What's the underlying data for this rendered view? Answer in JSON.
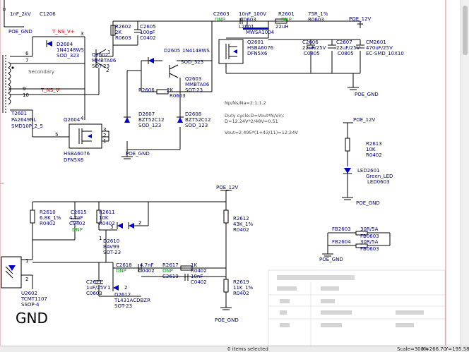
{
  "status_bar": {
    "items_selected": "0 items selected",
    "scale": "Scale=308%",
    "x": "X=266.70",
    "y": "Y=195.58"
  },
  "colors": {
    "wire": "#000000",
    "text": "#000080",
    "net_red": "#cc0000",
    "green": "#00aa00",
    "diode_fill": "#0000cc",
    "border_line": "#cc8a8a",
    "background": "#ffffff",
    "blur_block": "#d9d9d9"
  },
  "schematic": {
    "top_left": {
      "cap": "1nF_2kV",
      "ref": "C1206",
      "net": "POE_GND"
    },
    "nets": {
      "nsv_plus": "T_NS_V+",
      "nsv_minus": "T_NS_V-"
    },
    "transformer": {
      "pin6": "6",
      "pin7": "7",
      "pin9": "9",
      "pin10": "10",
      "pin5": "5",
      "label_secondary": "Secondary",
      "ref": "T2601",
      "part": "PA2649NL",
      "pkg": "SMD10P_2_5"
    },
    "d2604": {
      "ref": "D2604",
      "part": "1N4148WS",
      "pkg": "SOD_323"
    },
    "r2602": {
      "ref": "R2602",
      "val": "2K",
      "pkg": "R0603"
    },
    "c2605": {
      "ref": "C2605",
      "val": "100pF",
      "pkg": "C0402"
    },
    "q2602": {
      "ref": "Q2602",
      "part": "MMBTA06",
      "pkg": "SOT-23"
    },
    "pins_q2602": {
      "p1": "1",
      "p2": "2",
      "p3": "3"
    },
    "d2605": {
      "ref": "D2605",
      "part": "1N4148WS",
      "pkg": "SOD_323"
    },
    "q2603": {
      "ref": "Q2603",
      "part": "MMBTA06",
      "pkg": "SOT-23"
    },
    "r2606": {
      "ref": "R2606",
      "val": "2K",
      "pkg": "R0603"
    },
    "d2607": {
      "ref": "D2607",
      "part": "BZT52C12",
      "pkg": "SOD_123"
    },
    "d2608": {
      "ref": "D2608",
      "part": "BZT52C12",
      "pkg": "SOD_123"
    },
    "q2604": {
      "ref": "Q2604",
      "part": "HSBA6076",
      "pkg": "DFN5X6"
    },
    "q2601": {
      "ref": "Q2601",
      "part": "HSBA6076",
      "pkg": "DFN5X6"
    },
    "c2603": {
      "ref": "C2603",
      "dnp": "DNP",
      "val": "10nF_100V",
      "pkg": "C0603"
    },
    "r2601": {
      "ref": "R2601",
      "dnp": "DNP",
      "val": "75R_1%",
      "pkg": "R0603"
    },
    "l2601": {
      "ref": "L2601",
      "val": "22uH",
      "pkg": "MWSA1004"
    },
    "c2606": {
      "ref": "C2606",
      "val": "22uF/25V",
      "pkg": "C0805"
    },
    "c2607": {
      "ref": "C2607",
      "val": "22uF/25V",
      "pkg": "C0805"
    },
    "cm2601": {
      "ref": "CM2601",
      "val": "470uF/25V",
      "pkg": "EC-SMD_10X10"
    },
    "poe_12v": "POE_12V",
    "poe_gnd": "POE_GND",
    "notes": {
      "np": "Np/Ns/Na=2:1:1.2",
      "duty": "Duty cycle:D=Vout*N/Vin;",
      "d_calc": "D=12.24V*2/48V=0.51",
      "vout": "Vout=2.495*(1+43/11)=12.24V"
    },
    "r2613": {
      "ref": "R2613",
      "val": "10K",
      "pkg": "R0402"
    },
    "led2601": {
      "ref": "LED2601",
      "val": "Green_LED",
      "pkg": "LED0603"
    },
    "r2610": {
      "ref": "R2610",
      "val": "6.8K_1%",
      "pkg": "R0402"
    },
    "c2615": {
      "ref": "C2615",
      "val": "4.7nF",
      "pkg": "C0402",
      "dnp": "DNP"
    },
    "r2611": {
      "ref": "R2611",
      "val": "10K",
      "pkg": "R0402"
    },
    "d2610": {
      "ref": "D2610",
      "part": "BAV99",
      "pkg": "SOT-23"
    },
    "r2612": {
      "ref": "R2612",
      "val": "43K_1%",
      "pkg": "R0402"
    },
    "fb2603": {
      "ref": "FB2603",
      "val": "30R/5A",
      "pkg": "FB0603"
    },
    "fb2604": {
      "ref": "FB2604",
      "val": "30R/5A",
      "pkg": "FB0603"
    },
    "c2618": {
      "ref": "C2618",
      "dnp": "DNP",
      "val": "4.7nF",
      "pkg": "C0402"
    },
    "r2617": {
      "ref": "R2617",
      "dnp": "DNP",
      "val": "1K",
      "pkg": "R0402"
    },
    "c2619": {
      "ref": "C2619",
      "val": "10nF",
      "pkg": "C0402"
    },
    "c2621": {
      "ref": "C2621",
      "val": "1uF/25V",
      "pkg": "C0603"
    },
    "d2612": {
      "ref": "D2612",
      "part": "TL431ACDBZR",
      "pkg": "SOT-23"
    },
    "r2619": {
      "ref": "R2619",
      "val": "11K_1%",
      "pkg": "R0402"
    },
    "u2602": {
      "ref": "U2602",
      "part": "TCMT1107",
      "pkg": "SSOP-4",
      "pin1": "1",
      "pin2": "2"
    },
    "pins": {
      "p1": "1",
      "p2": "2",
      "p3": "3",
      "p4": "4",
      "p5": "5"
    },
    "big_gnd": "GND"
  }
}
